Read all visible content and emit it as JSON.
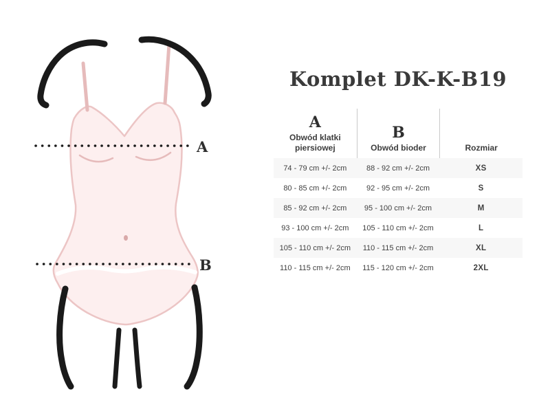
{
  "title": "Komplet DK-K-B19",
  "figure": {
    "marker_a": "A",
    "marker_b": "B"
  },
  "table": {
    "col_a": {
      "letter": "A",
      "label": "Obwód klatki piersiowej"
    },
    "col_b": {
      "letter": "B",
      "label": "Obwód bioder"
    },
    "col_size": {
      "label": "Rozmiar"
    },
    "rows": [
      {
        "a": "74 - 79 cm +/- 2cm",
        "b": "88 - 92 cm +/- 2cm",
        "size": "XS"
      },
      {
        "a": "80 - 85 cm +/- 2cm",
        "b": "92 - 95 cm +/- 2cm",
        "size": "S"
      },
      {
        "a": "85 - 92 cm +/- 2cm",
        "b": "95 - 100 cm +/- 2cm",
        "size": "M"
      },
      {
        "a": "93 - 100 cm +/- 2cm",
        "b": "105 - 110 cm +/- 2cm",
        "size": "L"
      },
      {
        "a": "105 - 110 cm +/- 2cm",
        "b": "110 - 115 cm +/- 2cm",
        "size": "XL"
      },
      {
        "a": "110 - 115 cm +/- 2cm",
        "b": "115 - 120 cm +/- 2cm",
        "size": "2XL"
      }
    ]
  },
  "colors": {
    "garment_fill": "#fdefef",
    "garment_outline": "#ecc5c5",
    "ink_black": "#1a1a1a",
    "text_dark": "#3a3a3a",
    "row_shade": "#f7f7f7"
  }
}
